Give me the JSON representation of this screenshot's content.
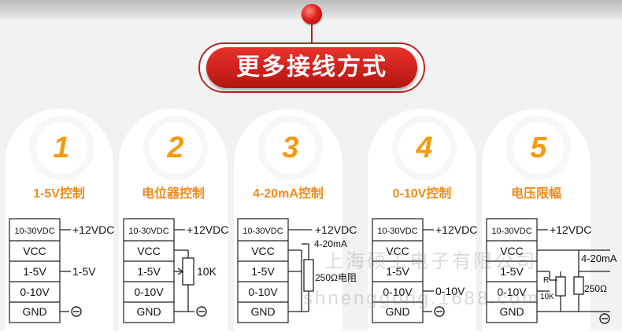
{
  "title": "更多接线方式",
  "rows": [
    "10-30VDC",
    "VCC",
    "1-5V",
    "0-10V",
    "GND"
  ],
  "supply": "+12VDC",
  "cards": [
    {
      "num": "1",
      "label": "1-5V控制",
      "extra": [
        "1-5V"
      ]
    },
    {
      "num": "2",
      "label": "电位器控制",
      "extra": [
        "10K"
      ]
    },
    {
      "num": "3",
      "label": "4-20mA控制",
      "extra": [
        "4-20mA",
        "250Ω电阻"
      ]
    },
    {
      "num": "4",
      "label": "0-10V控制",
      "extra": [
        "0-10V"
      ]
    },
    {
      "num": "5",
      "label": "电压限幅",
      "extra": [
        "4-20mA",
        "R",
        "10K",
        "250Ω"
      ]
    }
  ],
  "watermark": {
    "cn": "上海硕工电子有限公司",
    "en": "shnenggong.1688.com"
  },
  "colors": {
    "accent_red": "#c3221c",
    "number_orange": "#f39c12",
    "label_orange": "#ef8b1a"
  }
}
